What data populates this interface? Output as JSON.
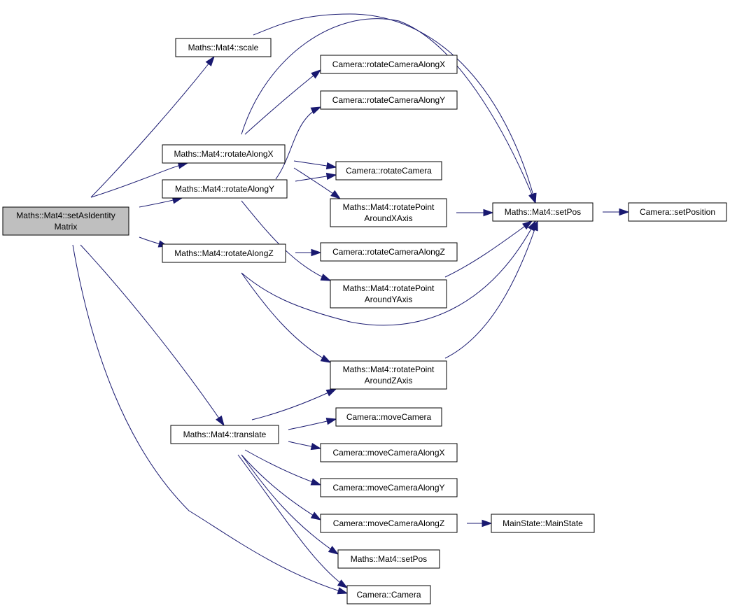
{
  "colors": {
    "edge": "#191970",
    "node_fill": "#ffffff",
    "root_fill": "#bfbfbf",
    "border": "#000000"
  },
  "nodes": [
    {
      "id": "setAsIdentity",
      "lines": [
        "Maths::Mat4::setAsIdentity",
        "Matrix"
      ],
      "root": true
    },
    {
      "id": "scale",
      "lines": [
        "Maths::Mat4::scale"
      ]
    },
    {
      "id": "rotX",
      "lines": [
        "Maths::Mat4::rotateAlongX"
      ]
    },
    {
      "id": "rotY",
      "lines": [
        "Maths::Mat4::rotateAlongY"
      ]
    },
    {
      "id": "rotZ",
      "lines": [
        "Maths::Mat4::rotateAlongZ"
      ]
    },
    {
      "id": "translate",
      "lines": [
        "Maths::Mat4::translate"
      ]
    },
    {
      "id": "camRotX",
      "lines": [
        "Camera::rotateCameraAlongX"
      ]
    },
    {
      "id": "camRotY",
      "lines": [
        "Camera::rotateCameraAlongY"
      ]
    },
    {
      "id": "camRot",
      "lines": [
        "Camera::rotateCamera"
      ]
    },
    {
      "id": "rpX",
      "lines": [
        "Maths::Mat4::rotatePoint",
        "AroundXAxis"
      ]
    },
    {
      "id": "camRotZ",
      "lines": [
        "Camera::rotateCameraAlongZ"
      ]
    },
    {
      "id": "rpY",
      "lines": [
        "Maths::Mat4::rotatePoint",
        "AroundYAxis"
      ]
    },
    {
      "id": "rpZ",
      "lines": [
        "Maths::Mat4::rotatePoint",
        "AroundZAxis"
      ]
    },
    {
      "id": "camMove",
      "lines": [
        "Camera::moveCamera"
      ]
    },
    {
      "id": "camMoveX",
      "lines": [
        "Camera::moveCameraAlongX"
      ]
    },
    {
      "id": "camMoveY",
      "lines": [
        "Camera::moveCameraAlongY"
      ]
    },
    {
      "id": "camMoveZ",
      "lines": [
        "Camera::moveCameraAlongZ"
      ]
    },
    {
      "id": "setPos1",
      "lines": [
        "Maths::Mat4::setPos"
      ]
    },
    {
      "id": "camCtor",
      "lines": [
        "Camera::Camera"
      ]
    },
    {
      "id": "setPos2",
      "lines": [
        "Maths::Mat4::setPos"
      ]
    },
    {
      "id": "setPosition",
      "lines": [
        "Camera::setPosition"
      ]
    },
    {
      "id": "mainState",
      "lines": [
        "MainState::MainState"
      ]
    }
  ],
  "edges": [
    {
      "from": "scale",
      "to": "setAsIdentity"
    },
    {
      "from": "rotX",
      "to": "setAsIdentity"
    },
    {
      "from": "rotY",
      "to": "setAsIdentity"
    },
    {
      "from": "rotZ",
      "to": "setAsIdentity"
    },
    {
      "from": "translate",
      "to": "setAsIdentity"
    },
    {
      "from": "camCtor",
      "to": "setAsIdentity"
    },
    {
      "from": "camRotX",
      "to": "rotX"
    },
    {
      "from": "camRot",
      "to": "rotX"
    },
    {
      "from": "rpX",
      "to": "rotX"
    },
    {
      "from": "setPos2",
      "to": "rotX"
    },
    {
      "from": "camRotY",
      "to": "rotY"
    },
    {
      "from": "camRot",
      "to": "rotY"
    },
    {
      "from": "rpY",
      "to": "rotY"
    },
    {
      "from": "camRotZ",
      "to": "rotZ"
    },
    {
      "from": "rpZ",
      "to": "rotZ"
    },
    {
      "from": "setPos2",
      "to": "rotZ"
    },
    {
      "from": "camMove",
      "to": "translate"
    },
    {
      "from": "camMoveX",
      "to": "translate"
    },
    {
      "from": "camMoveY",
      "to": "translate"
    },
    {
      "from": "camMoveZ",
      "to": "translate"
    },
    {
      "from": "setPos1",
      "to": "translate"
    },
    {
      "from": "camCtor",
      "to": "translate"
    },
    {
      "from": "rpZ",
      "to": "translate"
    },
    {
      "from": "setPos2",
      "to": "scale"
    },
    {
      "from": "setPos2",
      "to": "rpX"
    },
    {
      "from": "setPos2",
      "to": "rpY"
    },
    {
      "from": "setPos2",
      "to": "rpZ"
    },
    {
      "from": "setPosition",
      "to": "setPos2"
    },
    {
      "from": "mainState",
      "to": "camMoveZ"
    }
  ]
}
